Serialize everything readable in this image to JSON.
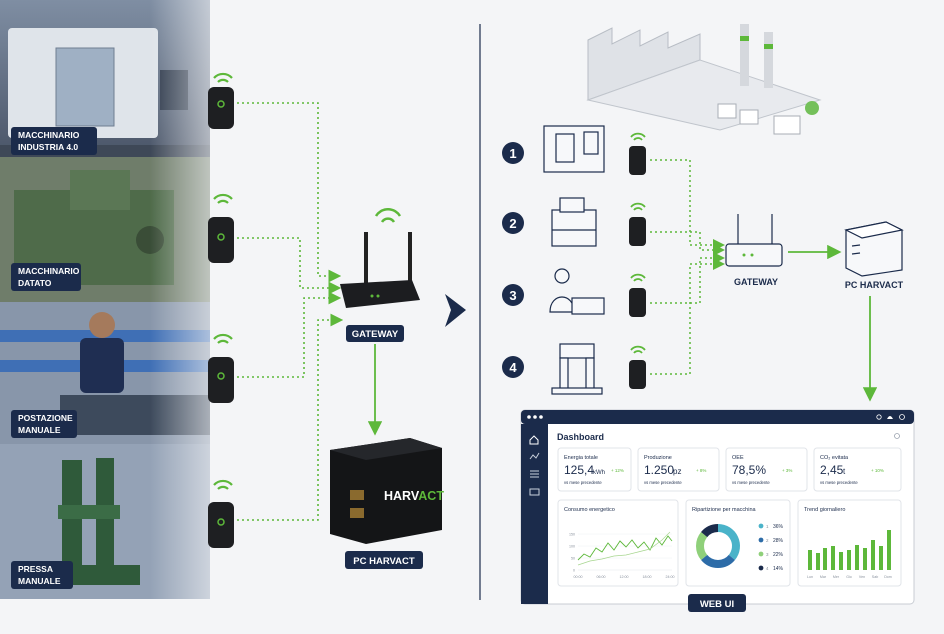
{
  "left_photos": [
    {
      "label_lines": [
        "MACCHINARIO",
        "INDUSTRIA 4.0"
      ]
    },
    {
      "label_lines": [
        "MACCHINARIO",
        "DATATO"
      ]
    },
    {
      "label_lines": [
        "POSTAZIONE",
        "MANUALE"
      ]
    },
    {
      "label_lines": [
        "PRESSA",
        "MANUALE"
      ]
    }
  ],
  "left_gateway_label": "GATEWAY",
  "left_pc_label": "PC HARVACT",
  "pc_brand": {
    "part1": "HARV",
    "part2": "ACT"
  },
  "steps": [
    "1",
    "2",
    "3",
    "4"
  ],
  "right_gateway_label": "GATEWAY",
  "right_pc_label": "PC HARVACT",
  "dashboard": {
    "title": "Dashboard",
    "kpis": [
      {
        "label": "Energia totale",
        "value": "125,4",
        "unit": "kWh",
        "delta": "+ 12%",
        "note": "vs mese precedente"
      },
      {
        "label": "Produzione",
        "value": "1.250",
        "unit": "pz",
        "delta": "+ 8%",
        "note": "vs mese precedente"
      },
      {
        "label": "OEE",
        "value": "78,5%",
        "unit": "",
        "delta": "+ 3%",
        "note": "vs mese precedente"
      },
      {
        "label": "CO₂ evitata",
        "value": "2,45",
        "unit": "t",
        "delta": "+ 10%",
        "note": "vs mese precedente"
      }
    ],
    "energy_title": "Consumo energetico",
    "energy_yticks": [
      "150",
      "100",
      "50",
      "0"
    ],
    "energy_xticks": [
      "00:00",
      "06:00",
      "12:00",
      "18:00",
      "24:00"
    ],
    "donut_title": "Ripartizione per macchina",
    "donut_legend": [
      {
        "num": "1",
        "pct": "36%"
      },
      {
        "num": "2",
        "pct": "28%"
      },
      {
        "num": "3",
        "pct": "22%"
      },
      {
        "num": "4",
        "pct": "14%"
      }
    ],
    "trend_title": "Trend giornaliero",
    "trend_days": [
      "Lun",
      "Mar",
      "Mer",
      "Gio",
      "Ven",
      "Sab",
      "Dom"
    ]
  },
  "web_ui_label": "WEB UI",
  "colors": {
    "navy": "#1b2b4b",
    "green": "#5db83a",
    "accent_teal": "#4ab3c9"
  }
}
